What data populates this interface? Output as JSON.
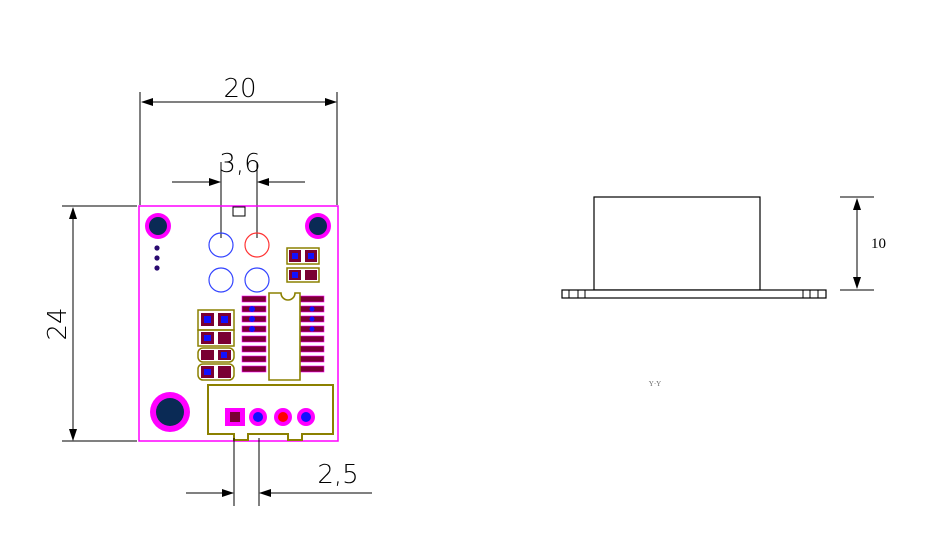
{
  "colors": {
    "board_outline": "#ff00ff",
    "pad_magenta": "#ff00ff",
    "pad_blue": "#1010ff",
    "pad_maroon": "#7a0033",
    "silk_olive": "#8b8000",
    "pad_red": "#ff0000",
    "line": "#000000"
  },
  "top_view": {
    "dim_width": "20",
    "dim_height": "24",
    "dim_led_spacing": "3,6",
    "dim_pin_pitch": "2,5"
  },
  "side_view": {
    "dim_height": "10",
    "caption": "Y·Y"
  },
  "icons": {
    "dimension_arrow": "arrow-head-icon"
  }
}
